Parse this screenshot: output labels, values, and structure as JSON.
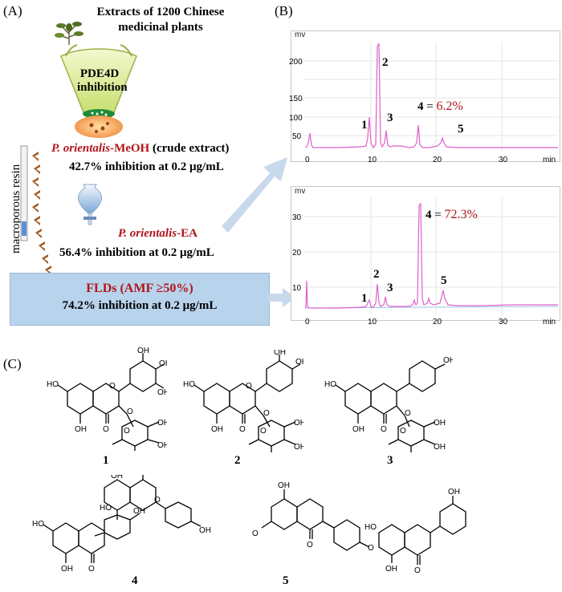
{
  "panelA": {
    "label": "(A)",
    "extracts_line1": "Extracts of 1200 Chinese",
    "extracts_line2": "medicinal plants",
    "funnel_line1": "PDE4D",
    "funnel_line2": "inhibition",
    "resin_label": "macroporous resin",
    "meoh_name": "P. orientalis",
    "meoh_suffix": "-MeOH",
    "meoh_note": " (crude extract)",
    "meoh_inhibition": "42.7% inhibition at 0.2 μg/mL",
    "ea_name": "P. orientalis",
    "ea_suffix": "-EA",
    "ea_inhibition": "56.4% inhibition at 0.2 μg/mL",
    "fld_title": "FLDs (AMF ≥50%)",
    "fld_inhibition": "74.2% inhibition at 0.2 μg/mL"
  },
  "panelB": {
    "label": "(B)",
    "top": {
      "unit": "mv",
      "y_ticks": [
        "200",
        "150",
        "100",
        "50"
      ],
      "x_ticks": [
        "0",
        "10",
        "20",
        "30"
      ],
      "x_unit": "min",
      "peaks": [
        "1",
        "2",
        "3",
        "4",
        "5"
      ],
      "peak4_text": "4",
      "peak4_eq": " = ",
      "peak4_pct": "6.2%"
    },
    "bottom": {
      "unit": "mv",
      "y_ticks": [
        "30",
        "20",
        "10"
      ],
      "x_ticks": [
        "0",
        "10",
        "20",
        "30"
      ],
      "x_unit": "min",
      "peaks": [
        "1",
        "2",
        "3",
        "4",
        "5"
      ],
      "peak4_text": "4",
      "peak4_eq": " = ",
      "peak4_pct": "72.3%"
    }
  },
  "panelC": {
    "label": "(C)",
    "compounds": [
      "1",
      "2",
      "3",
      "4",
      "5"
    ]
  },
  "colors": {
    "trace": "#e060c8",
    "red": "#b0141a",
    "box": "#b8d3ec",
    "arrow": "#c9d9ec"
  }
}
